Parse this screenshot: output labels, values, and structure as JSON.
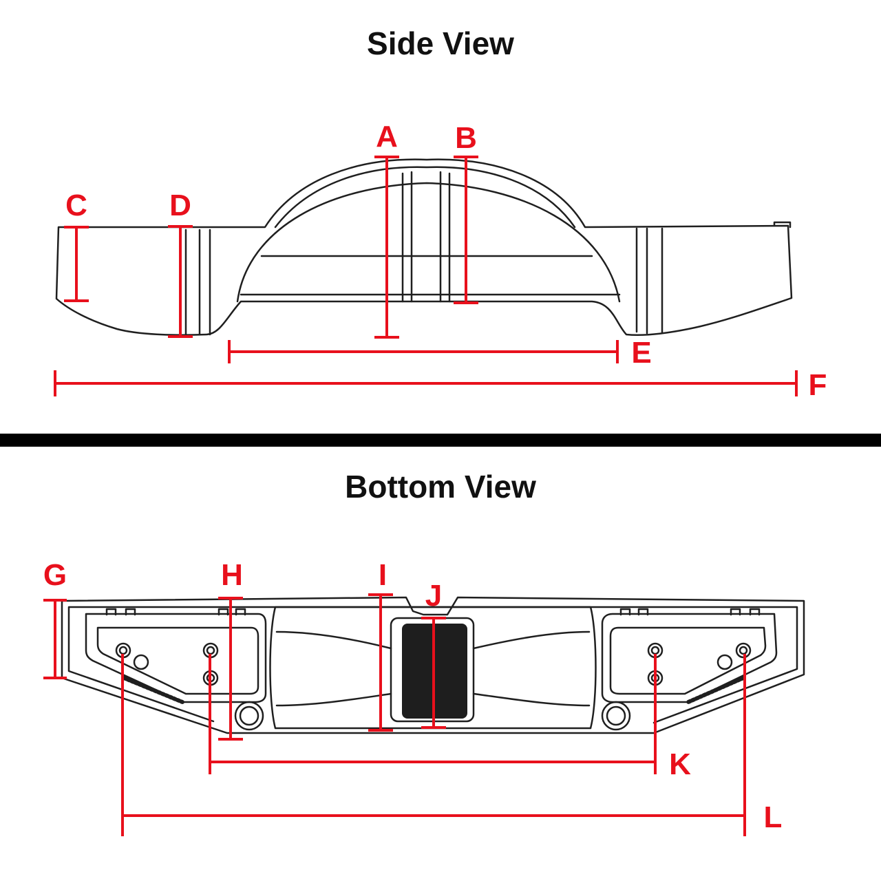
{
  "colors": {
    "dimension": "#e8101c",
    "drawing": "#1f1f1f",
    "divider": "#000000"
  },
  "side_view": {
    "title": "Side View",
    "labels": {
      "a": "A",
      "b": "B",
      "c": "C",
      "d": "D",
      "e": "E",
      "f": "F"
    }
  },
  "bottom_view": {
    "title": "Bottom View",
    "labels": {
      "g": "G",
      "h": "H",
      "i": "I",
      "j": "J",
      "k": "K",
      "l": "L"
    }
  }
}
